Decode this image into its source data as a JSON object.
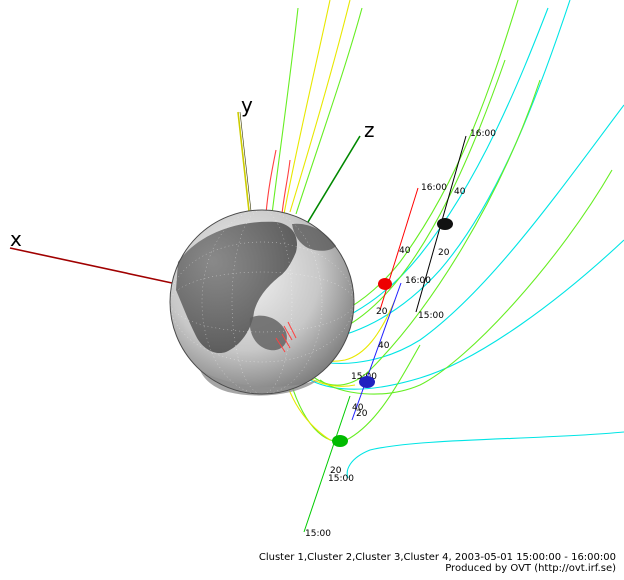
{
  "axes": {
    "x": "x",
    "y": "y",
    "z": "z"
  },
  "track_labels": {
    "black": {
      "t1600": "16:00",
      "m40": "40",
      "m20": "20",
      "t1500": "15:00"
    },
    "red": {
      "t1600": "16:00",
      "m40": "40",
      "m20": "20"
    },
    "blue": {
      "t1600": "16:00",
      "m40": "40",
      "t1500": "15:00",
      "m40b": "40",
      "m20": "20"
    },
    "green": {
      "m20": "20",
      "t1500": "15:00",
      "t1500b": "15:00"
    }
  },
  "colors": {
    "black": "#000000",
    "red": "#ff0000",
    "blue": "#2020ff",
    "green": "#00cc00",
    "cyan": "#00e5e5",
    "yellow": "#e8e800",
    "lime": "#66ee22"
  },
  "footer": {
    "line1": "Cluster 1,Cluster 2,Cluster 3,Cluster 4, 2003-05-01 15:00:00 - 16:00:00",
    "line2": "Produced by OVT (http://ovt.irf.se)"
  }
}
